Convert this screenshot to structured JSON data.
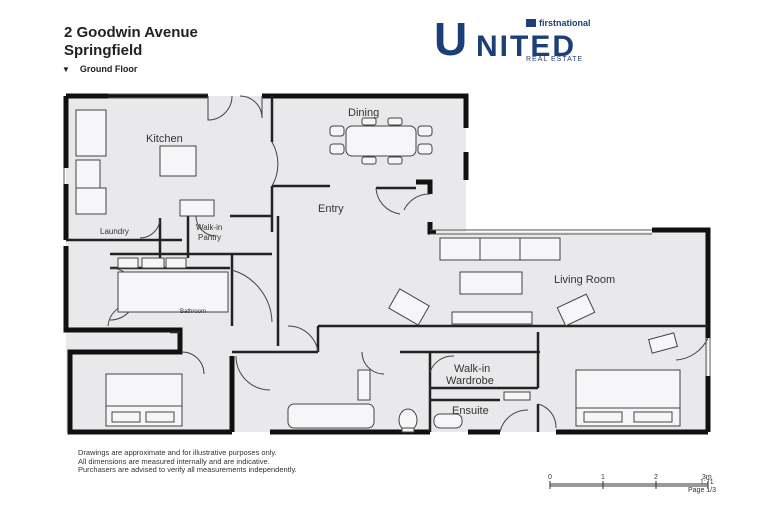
{
  "address": {
    "line1": "2 Goodwin Avenue",
    "line2": "Springfield"
  },
  "floor": {
    "label": "Ground Floor"
  },
  "logo": {
    "u": "U",
    "rest": "NITED",
    "network": "firstnational",
    "sub": "REAL ESTATE",
    "brand_color": "#1d3f78"
  },
  "rooms": {
    "kitchen": "Kitchen",
    "dining": "Dining",
    "entry": "Entry",
    "laundry": "Laundry",
    "walkin_pantry_1": "Walk-in",
    "walkin_pantry_2": "Pantry",
    "bathroom": "Bathroom",
    "living_room": "Living Room",
    "walkin_wardrobe_1": "Walk-in",
    "walkin_wardrobe_2": "Wardrobe",
    "ensuite": "Ensuite"
  },
  "disclaimer": [
    "Drawings are approximate and for illustrative purposes only.",
    "All dimensions are measured internally and are indicative.",
    "Purchasers are advised to verify all measurements independently."
  ],
  "scale": {
    "ticks": [
      "0",
      "1",
      "2",
      "3m"
    ],
    "ratio": "1:71",
    "page": "Page 1/3"
  }
}
